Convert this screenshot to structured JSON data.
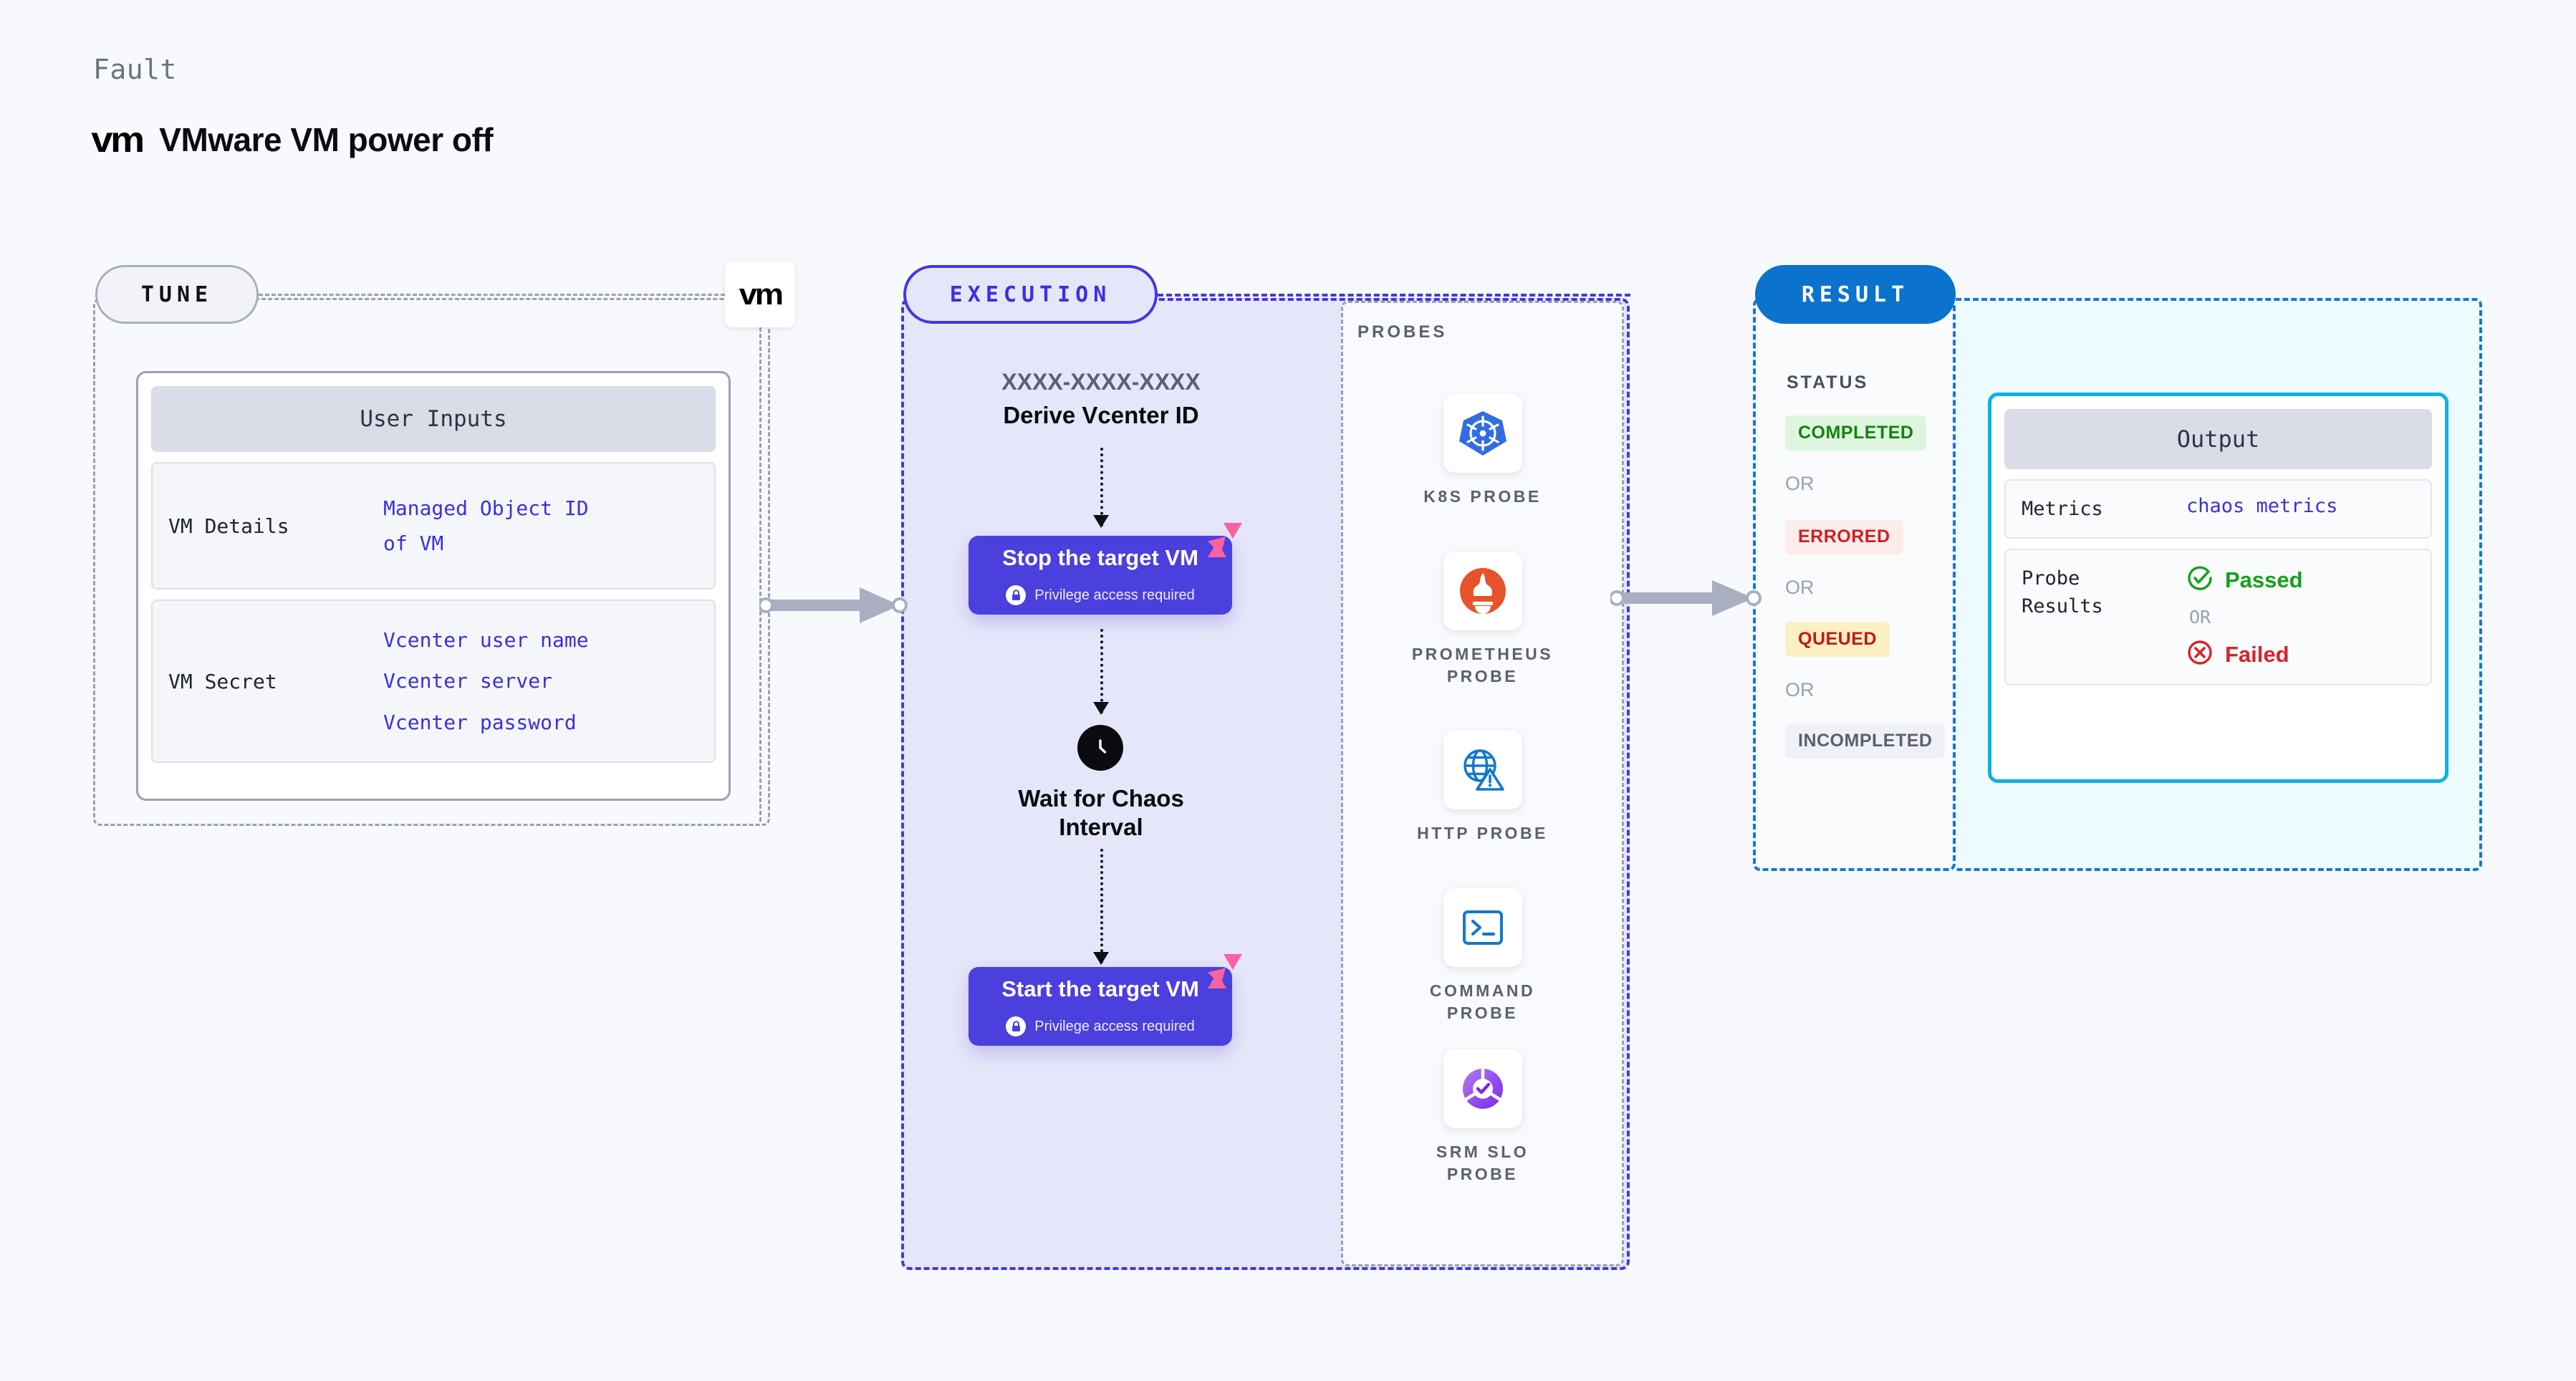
{
  "header": {
    "eyebrow": "Fault",
    "logo_text": "vm",
    "title": "VMware VM power off"
  },
  "tune": {
    "pill_label": "TUNE",
    "badge_logo": "vm",
    "card": {
      "header": "User Inputs",
      "fields": [
        {
          "label": "VM Details",
          "values": [
            "Managed Object ID",
            "of VM"
          ]
        },
        {
          "label": "VM Secret",
          "values": [
            "Vcenter user name",
            "Vcenter server",
            "Vcenter password"
          ]
        }
      ]
    }
  },
  "execution": {
    "pill_label": "EXECUTION",
    "derive": {
      "id": "XXXX-XXXX-XXXX",
      "title": "Derive Vcenter ID"
    },
    "stop_card": {
      "title": "Stop the target VM",
      "privilege": "Privilege access required"
    },
    "wait": {
      "title_line1": "Wait for Chaos",
      "title_line2": "Interval"
    },
    "start_card": {
      "title": "Start the target VM",
      "privilege": "Privilege access required"
    }
  },
  "probes": {
    "section_label": "PROBES",
    "items": [
      {
        "label": "K8S PROBE",
        "icon": "kubernetes-icon"
      },
      {
        "label": "PROMETHEUS\nPROBE",
        "icon": "prometheus-icon"
      },
      {
        "label": "HTTP PROBE",
        "icon": "http-globe-warning-icon"
      },
      {
        "label": "COMMAND\nPROBE",
        "icon": "terminal-icon"
      },
      {
        "label": "SRM SLO\nPROBE",
        "icon": "srm-slo-donut-icon"
      }
    ]
  },
  "result": {
    "pill_label": "RESULT",
    "status_title": "STATUS",
    "or_label": "OR",
    "statuses": [
      {
        "label": "COMPLETED",
        "bg": "#DFF5DF",
        "color": "#12830F"
      },
      {
        "label": "ERRORED",
        "bg": "#FDECEC",
        "color": "#CE2020"
      },
      {
        "label": "QUEUED",
        "bg": "#FCEFC4",
        "color": "#C01818"
      },
      {
        "label": "INCOMPLETED",
        "bg": "#EFF1F6",
        "color": "#5C6070"
      }
    ],
    "output": {
      "header": "Output",
      "metrics_label": "Metrics",
      "metrics_value": "chaos metrics",
      "probe_results_label": "Probe\nResults",
      "passed_label": "Passed",
      "or_label": "OR",
      "failed_label": "Failed"
    }
  },
  "colors": {
    "accent_purple": "#4B3FDE",
    "accent_blue": "#0B72CE",
    "cyan_border": "#0FB0E8",
    "litmus_pink": "#F9629F",
    "kubernetes_blue": "#326CE5",
    "prometheus_orange": "#E6522C"
  }
}
